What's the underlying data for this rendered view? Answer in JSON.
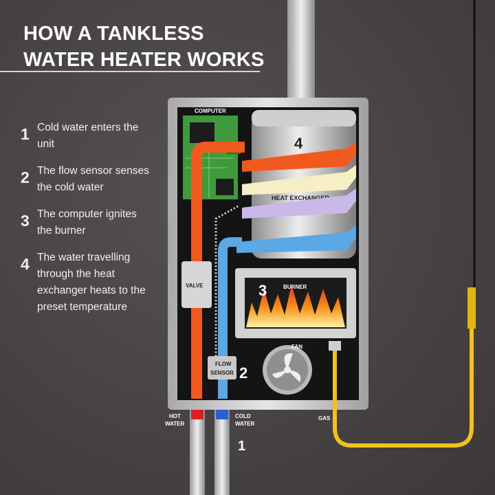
{
  "title": {
    "line1": "HOW A TANKLESS",
    "line2": "WATER HEATER WORKS"
  },
  "steps": [
    {
      "number": "1",
      "text": "Cold water enters the unit"
    },
    {
      "number": "2",
      "text": "The flow sensor senses the cold water"
    },
    {
      "number": "3",
      "text": "The computer ignites the burner"
    },
    {
      "number": "4",
      "text": "The water travelling through the heat exchanger heats to the preset temperature"
    }
  ],
  "labels": {
    "computer": "COMPUTER",
    "heat_exchanger": "HEAT EXCHANGER",
    "burner": "BURNER",
    "valve": "VALVE",
    "flow_sensor_line1": "FLOW",
    "flow_sensor_line2": "SENSOR",
    "fan": "FAN",
    "hot_water_line1": "HOT",
    "hot_water_line2": "WATER",
    "cold_water_line1": "COLD",
    "cold_water_line2": "WATER",
    "gas": "GAS"
  },
  "markers": {
    "heat_exchanger": "4",
    "burner": "3",
    "flow_sensor": "2",
    "cold_inlet": "1"
  },
  "colors": {
    "hot": "#f05a1e",
    "cold": "#5aa8e6",
    "gas": "#f2c21b",
    "board": "#3f9a3c",
    "flame": "#f7941d"
  }
}
